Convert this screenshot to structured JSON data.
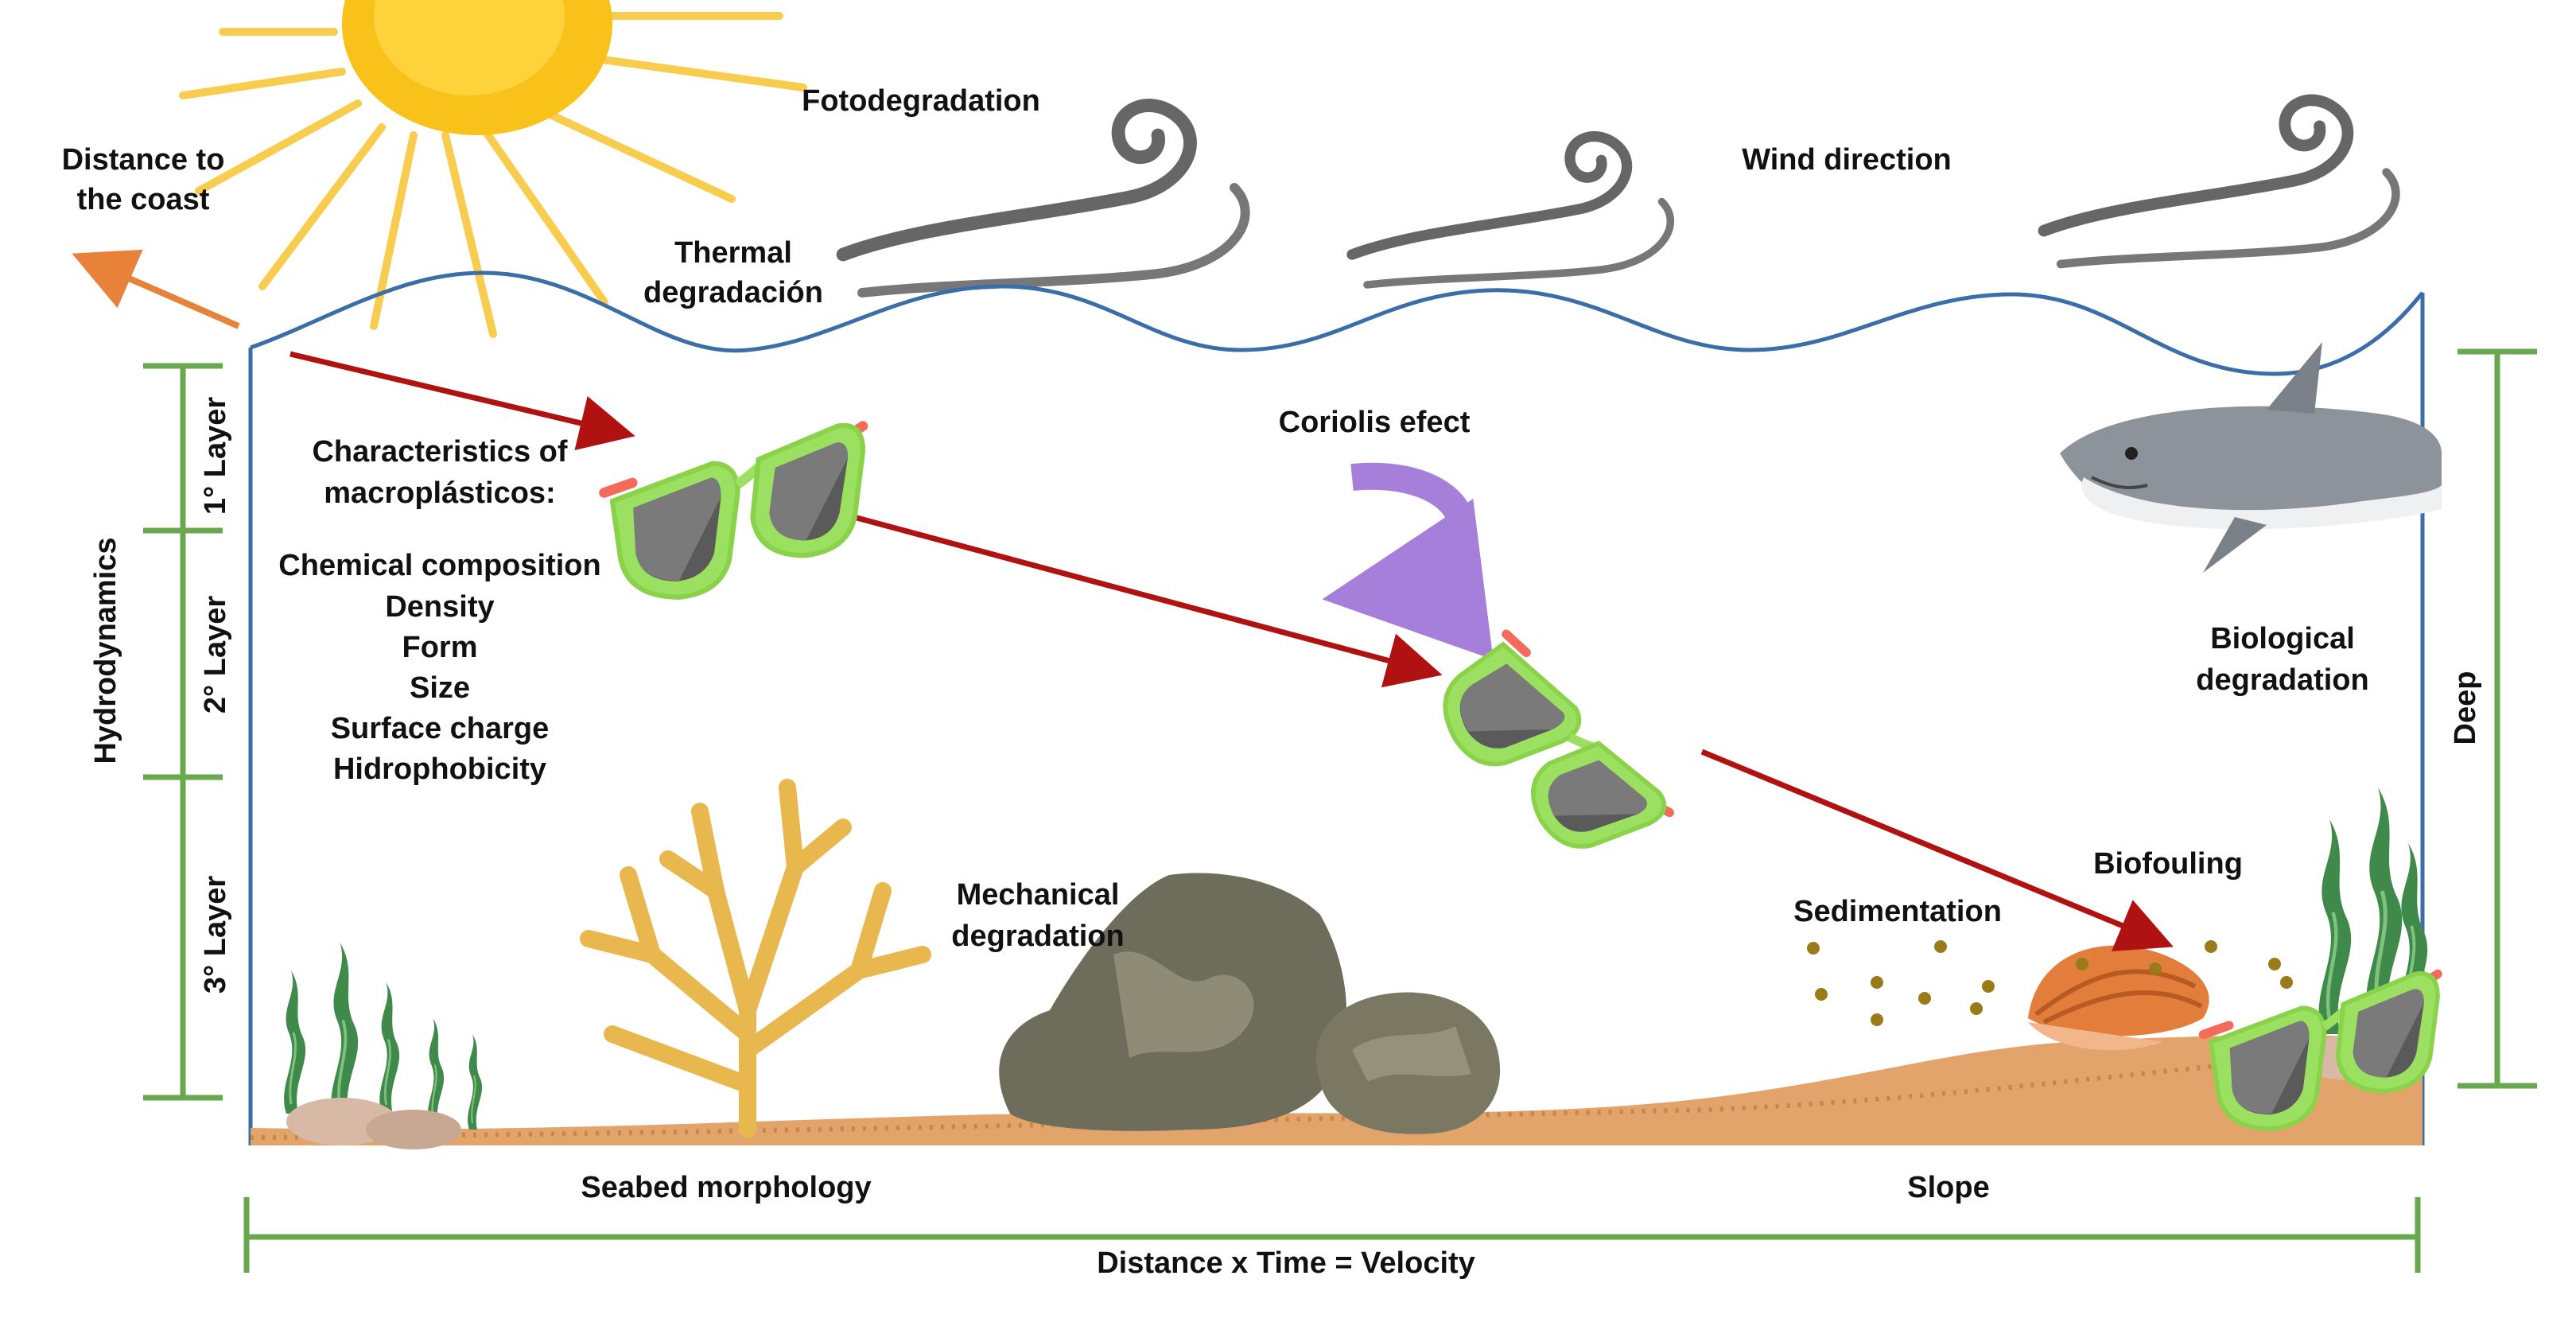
{
  "labels": {
    "distance_line1": "Distance to",
    "distance_line2": "the coast",
    "fotodegradation": "Fotodegradation",
    "thermal_line1": "Thermal",
    "thermal_line2": "degradación",
    "wind_direction": "Wind direction",
    "coriolis": "Coriolis efect",
    "biological_line1": "Biological",
    "biological_line2": "degradation",
    "biofouling": "Biofouling",
    "sedimentation": "Sedimentation",
    "mechanical_line1": "Mechanical",
    "mechanical_line2": "degradation",
    "seabed_morphology": "Seabed morphology",
    "slope": "Slope",
    "velocity": "Distance x Time = Velocity",
    "hydrodynamics": "Hydrodynamics",
    "deep": "Deep",
    "layer1": "1° Layer",
    "layer2": "2° Layer",
    "layer3": "3° Layer"
  },
  "characteristics": {
    "title_line1": "Characteristics of",
    "title_line2": "macroplásticos:",
    "items": [
      "Chemical composition",
      "Density",
      "Form",
      "Size",
      "Surface charge",
      "Hidrophobicity"
    ]
  },
  "icons": {
    "sun": "sun-icon",
    "wind": "wind-swirl-icon",
    "sunglasses": "sunglasses-icon",
    "shark": "shark-icon",
    "coral": "coral-icon",
    "rocks": "rock-icon",
    "seaweed": "seaweed-icon",
    "shell": "shell-icon",
    "coriolis_arrow": "curved-arrow-icon"
  },
  "colors": {
    "water_line": "#3b6ea8",
    "flow_arrow": "#b01212",
    "coast_arrow": "#e8823a",
    "bracket": "#6aa84f",
    "sun": "#f7c531",
    "sand": "#e2a46a",
    "coriolis": "#a57fd9"
  }
}
